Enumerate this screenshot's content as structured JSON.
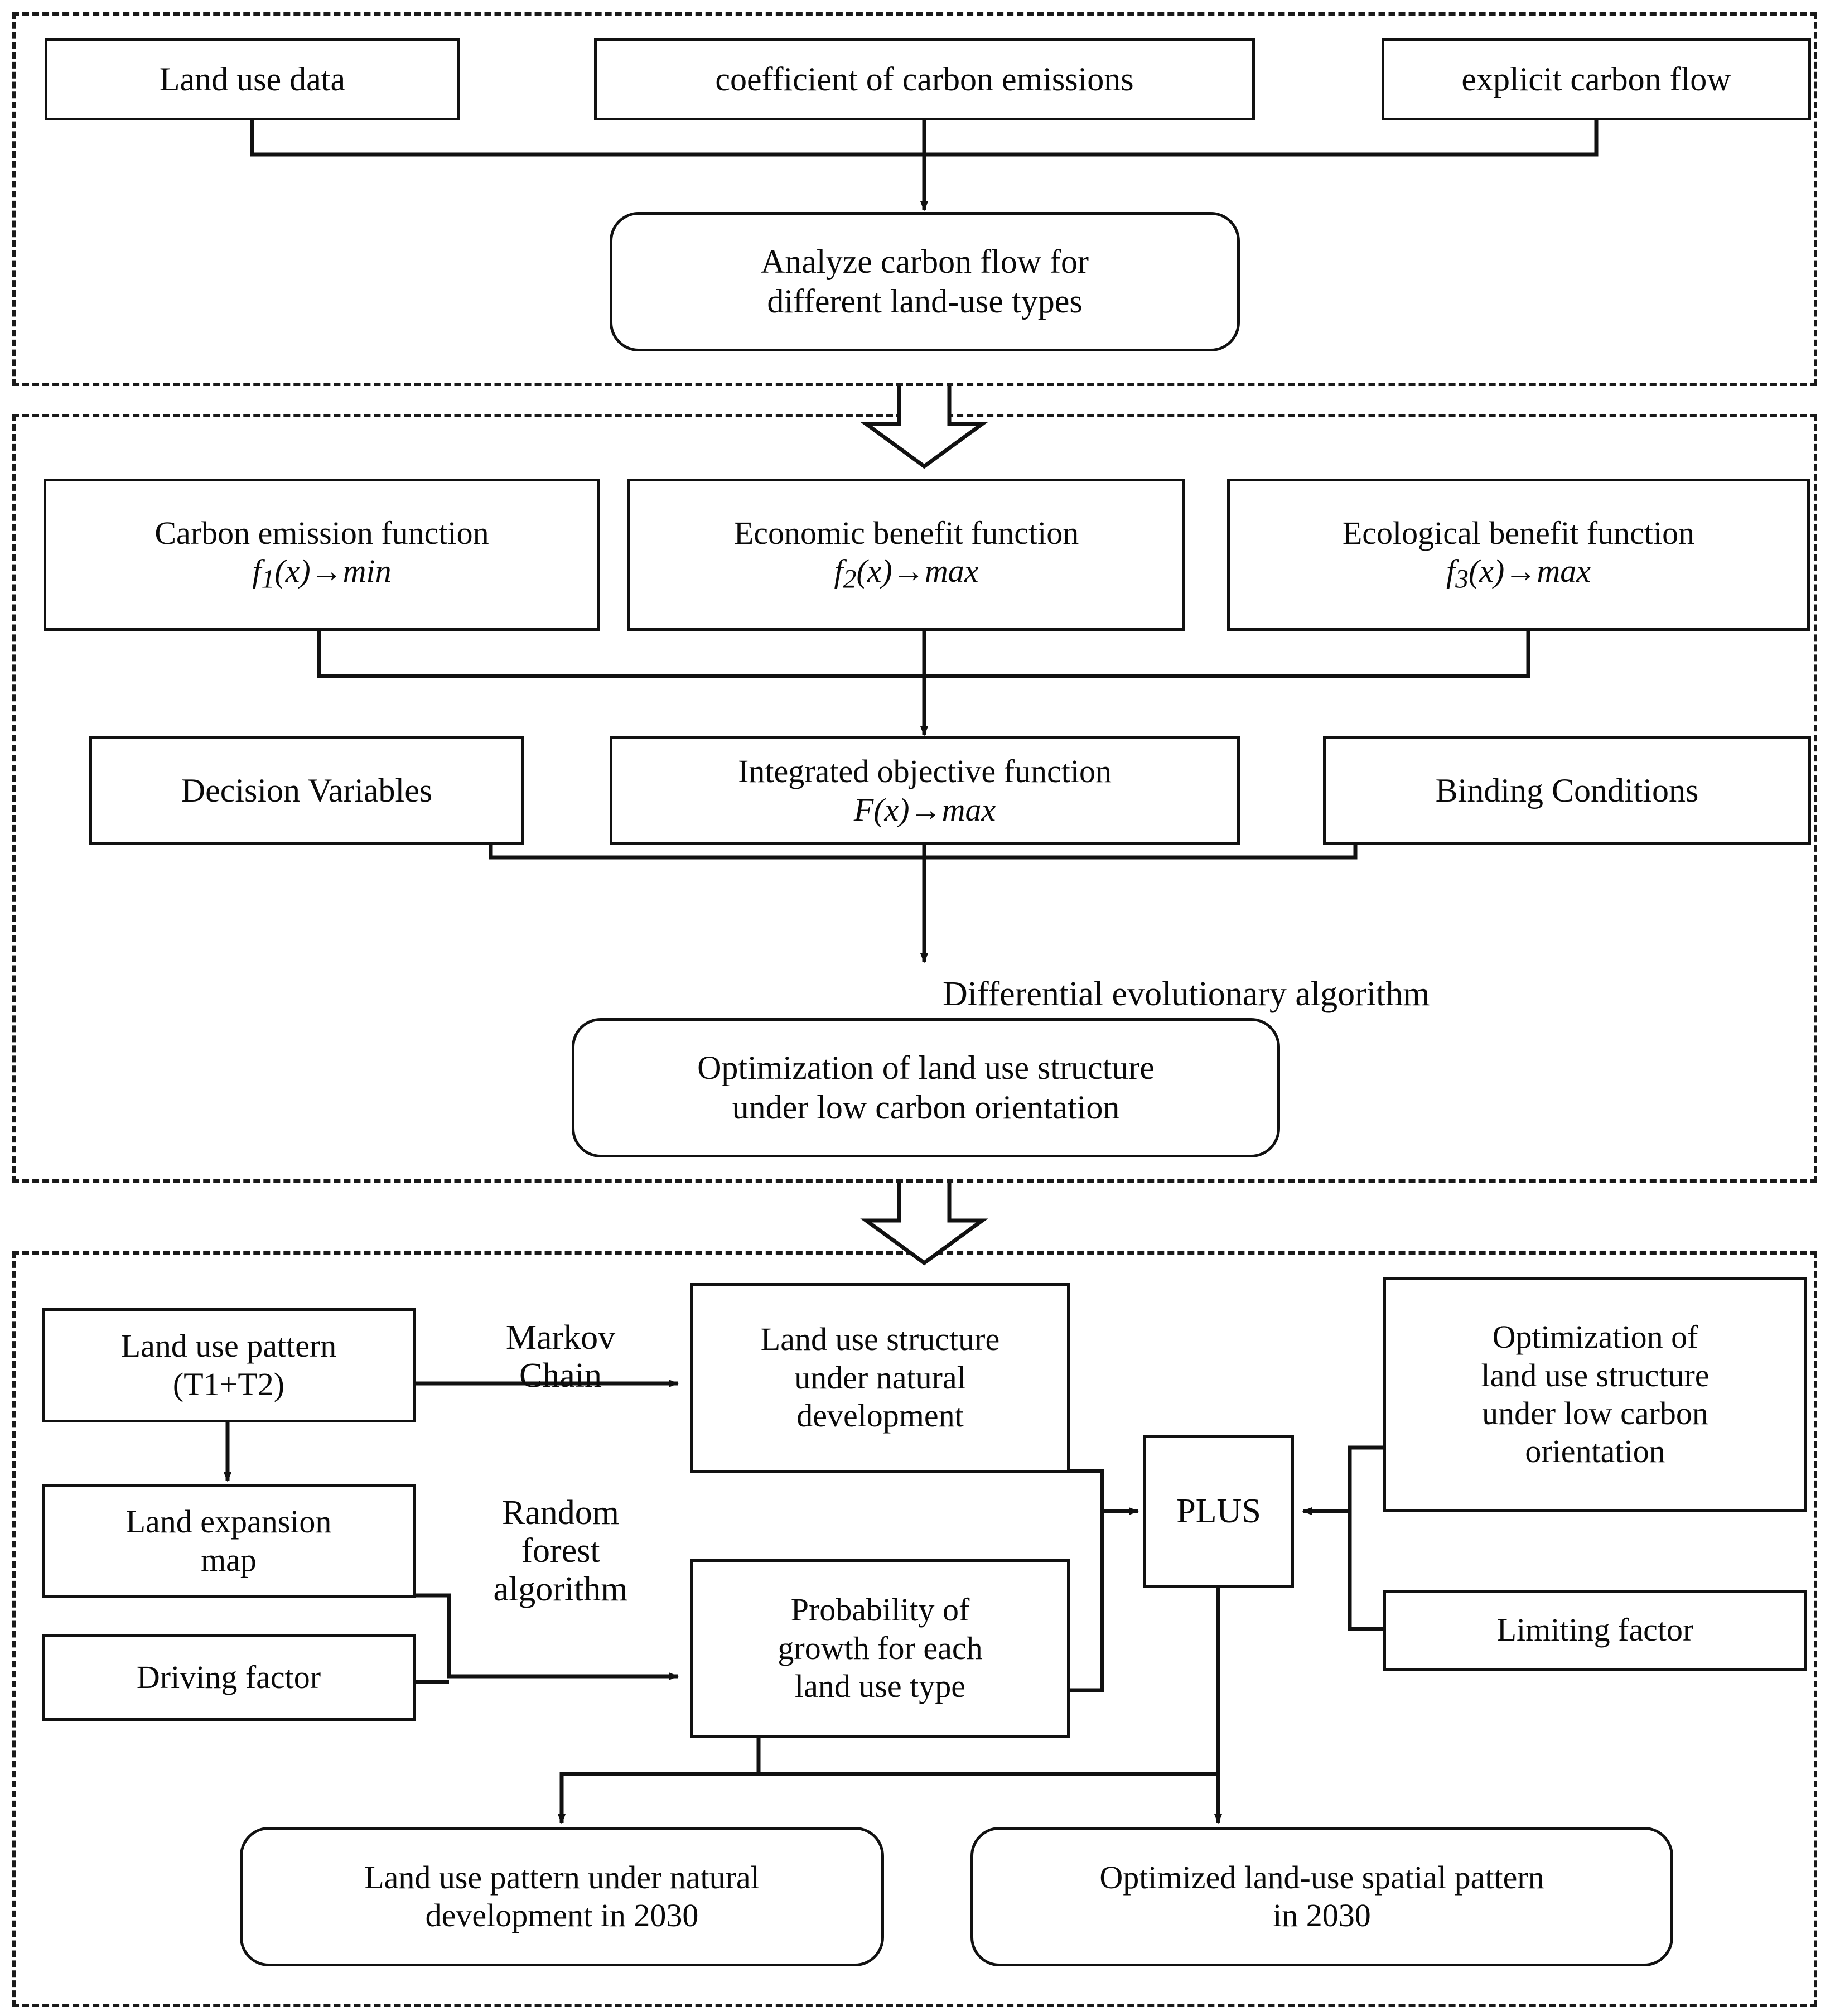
{
  "diagram": {
    "title": "Low-carbon land use structure optimization and spatial simulation workflow",
    "colors": {
      "line": "#111111",
      "box_border": "#111111",
      "group_border": "#1a1a1a",
      "background": "#ffffff"
    },
    "sections": [
      {
        "id": "section-1",
        "name": "carbon-flow-analysis"
      },
      {
        "id": "section-2",
        "name": "multi-objective-optimization"
      },
      {
        "id": "section-3",
        "name": "plus-spatial-simulation"
      }
    ]
  },
  "section1": {
    "inputs": [
      {
        "id": "land-use-data",
        "label": "Land use data"
      },
      {
        "id": "coefficient-of-carbon-emissions",
        "label": "coefficient of carbon emissions"
      },
      {
        "id": "explicit-carbon-flow",
        "label": "explicit carbon flow"
      }
    ],
    "process": {
      "id": "analyze-carbon-flow",
      "line1": "Analyze carbon flow for",
      "line2": "different land-use types"
    }
  },
  "section2": {
    "functions": [
      {
        "id": "carbon-emission-function",
        "label": "Carbon emission function",
        "fn": "f",
        "idx": "1",
        "arg": "(x)",
        "arrow": "→",
        "goal": "min"
      },
      {
        "id": "economic-benefit-function",
        "label": "Economic benefit function",
        "fn": "f",
        "idx": "2",
        "arg": "(x)",
        "arrow": "→",
        "goal": "max"
      },
      {
        "id": "ecological-benefit-function",
        "label": "Ecological benefit function",
        "fn": "f",
        "idx": "3",
        "arg": "(x)",
        "arrow": "→",
        "goal": "max"
      }
    ],
    "decision_variables": {
      "id": "decision-variables",
      "label": "Decision Variables"
    },
    "integrated_objective": {
      "id": "integrated-objective-function",
      "label": "Integrated objective function",
      "fn": "F",
      "idx": "",
      "arg": "(x)",
      "arrow": "→",
      "goal": "max"
    },
    "binding_conditions": {
      "id": "binding-conditions",
      "label": "Binding Conditions"
    },
    "edge_label": {
      "id": "differential-evolutionary-algorithm",
      "label": "Differential evolutionary algorithm"
    },
    "result": {
      "id": "optimization-low-carbon",
      "line1": "Optimization of land use structure",
      "line2": "under low carbon orientation"
    }
  },
  "section3": {
    "land_use_pattern": {
      "id": "land-use-pattern",
      "line1": "Land use pattern",
      "line2": "(T1+T2)"
    },
    "land_expansion_map": {
      "id": "land-expansion-map",
      "line1": "Land expansion",
      "line2": "map"
    },
    "driving_factor": {
      "id": "driving-factor",
      "label": "Driving factor"
    },
    "markov_label": {
      "id": "markov-chain-label",
      "label": "Markov\nChain"
    },
    "rf_label": {
      "id": "random-forest-algorithm-label",
      "label": "Random\nforest\nalgorithm"
    },
    "natural_structure": {
      "id": "land-use-structure-natural",
      "line1": "Land use structure",
      "line2": "under natural",
      "line3": "development"
    },
    "growth_probability": {
      "id": "probability-of-growth",
      "line1": "Probability of",
      "line2": "growth for each",
      "line3": "land use type"
    },
    "plus": {
      "id": "plus-model",
      "label": "PLUS"
    },
    "optimization_low_carbon": {
      "id": "optimization-low-carbon-right",
      "line1": "Optimization of",
      "line2": "land use structure",
      "line3": "under low carbon",
      "line4": "orientation"
    },
    "limiting_factor": {
      "id": "limiting-factor",
      "label": "Limiting factor"
    },
    "outputs": [
      {
        "id": "natural-pattern-2030",
        "line1": "Land use pattern under natural",
        "line2": "development in 2030"
      },
      {
        "id": "optimized-pattern-2030",
        "line1": "Optimized land-use spatial pattern",
        "line2": "in 2030"
      }
    ]
  }
}
